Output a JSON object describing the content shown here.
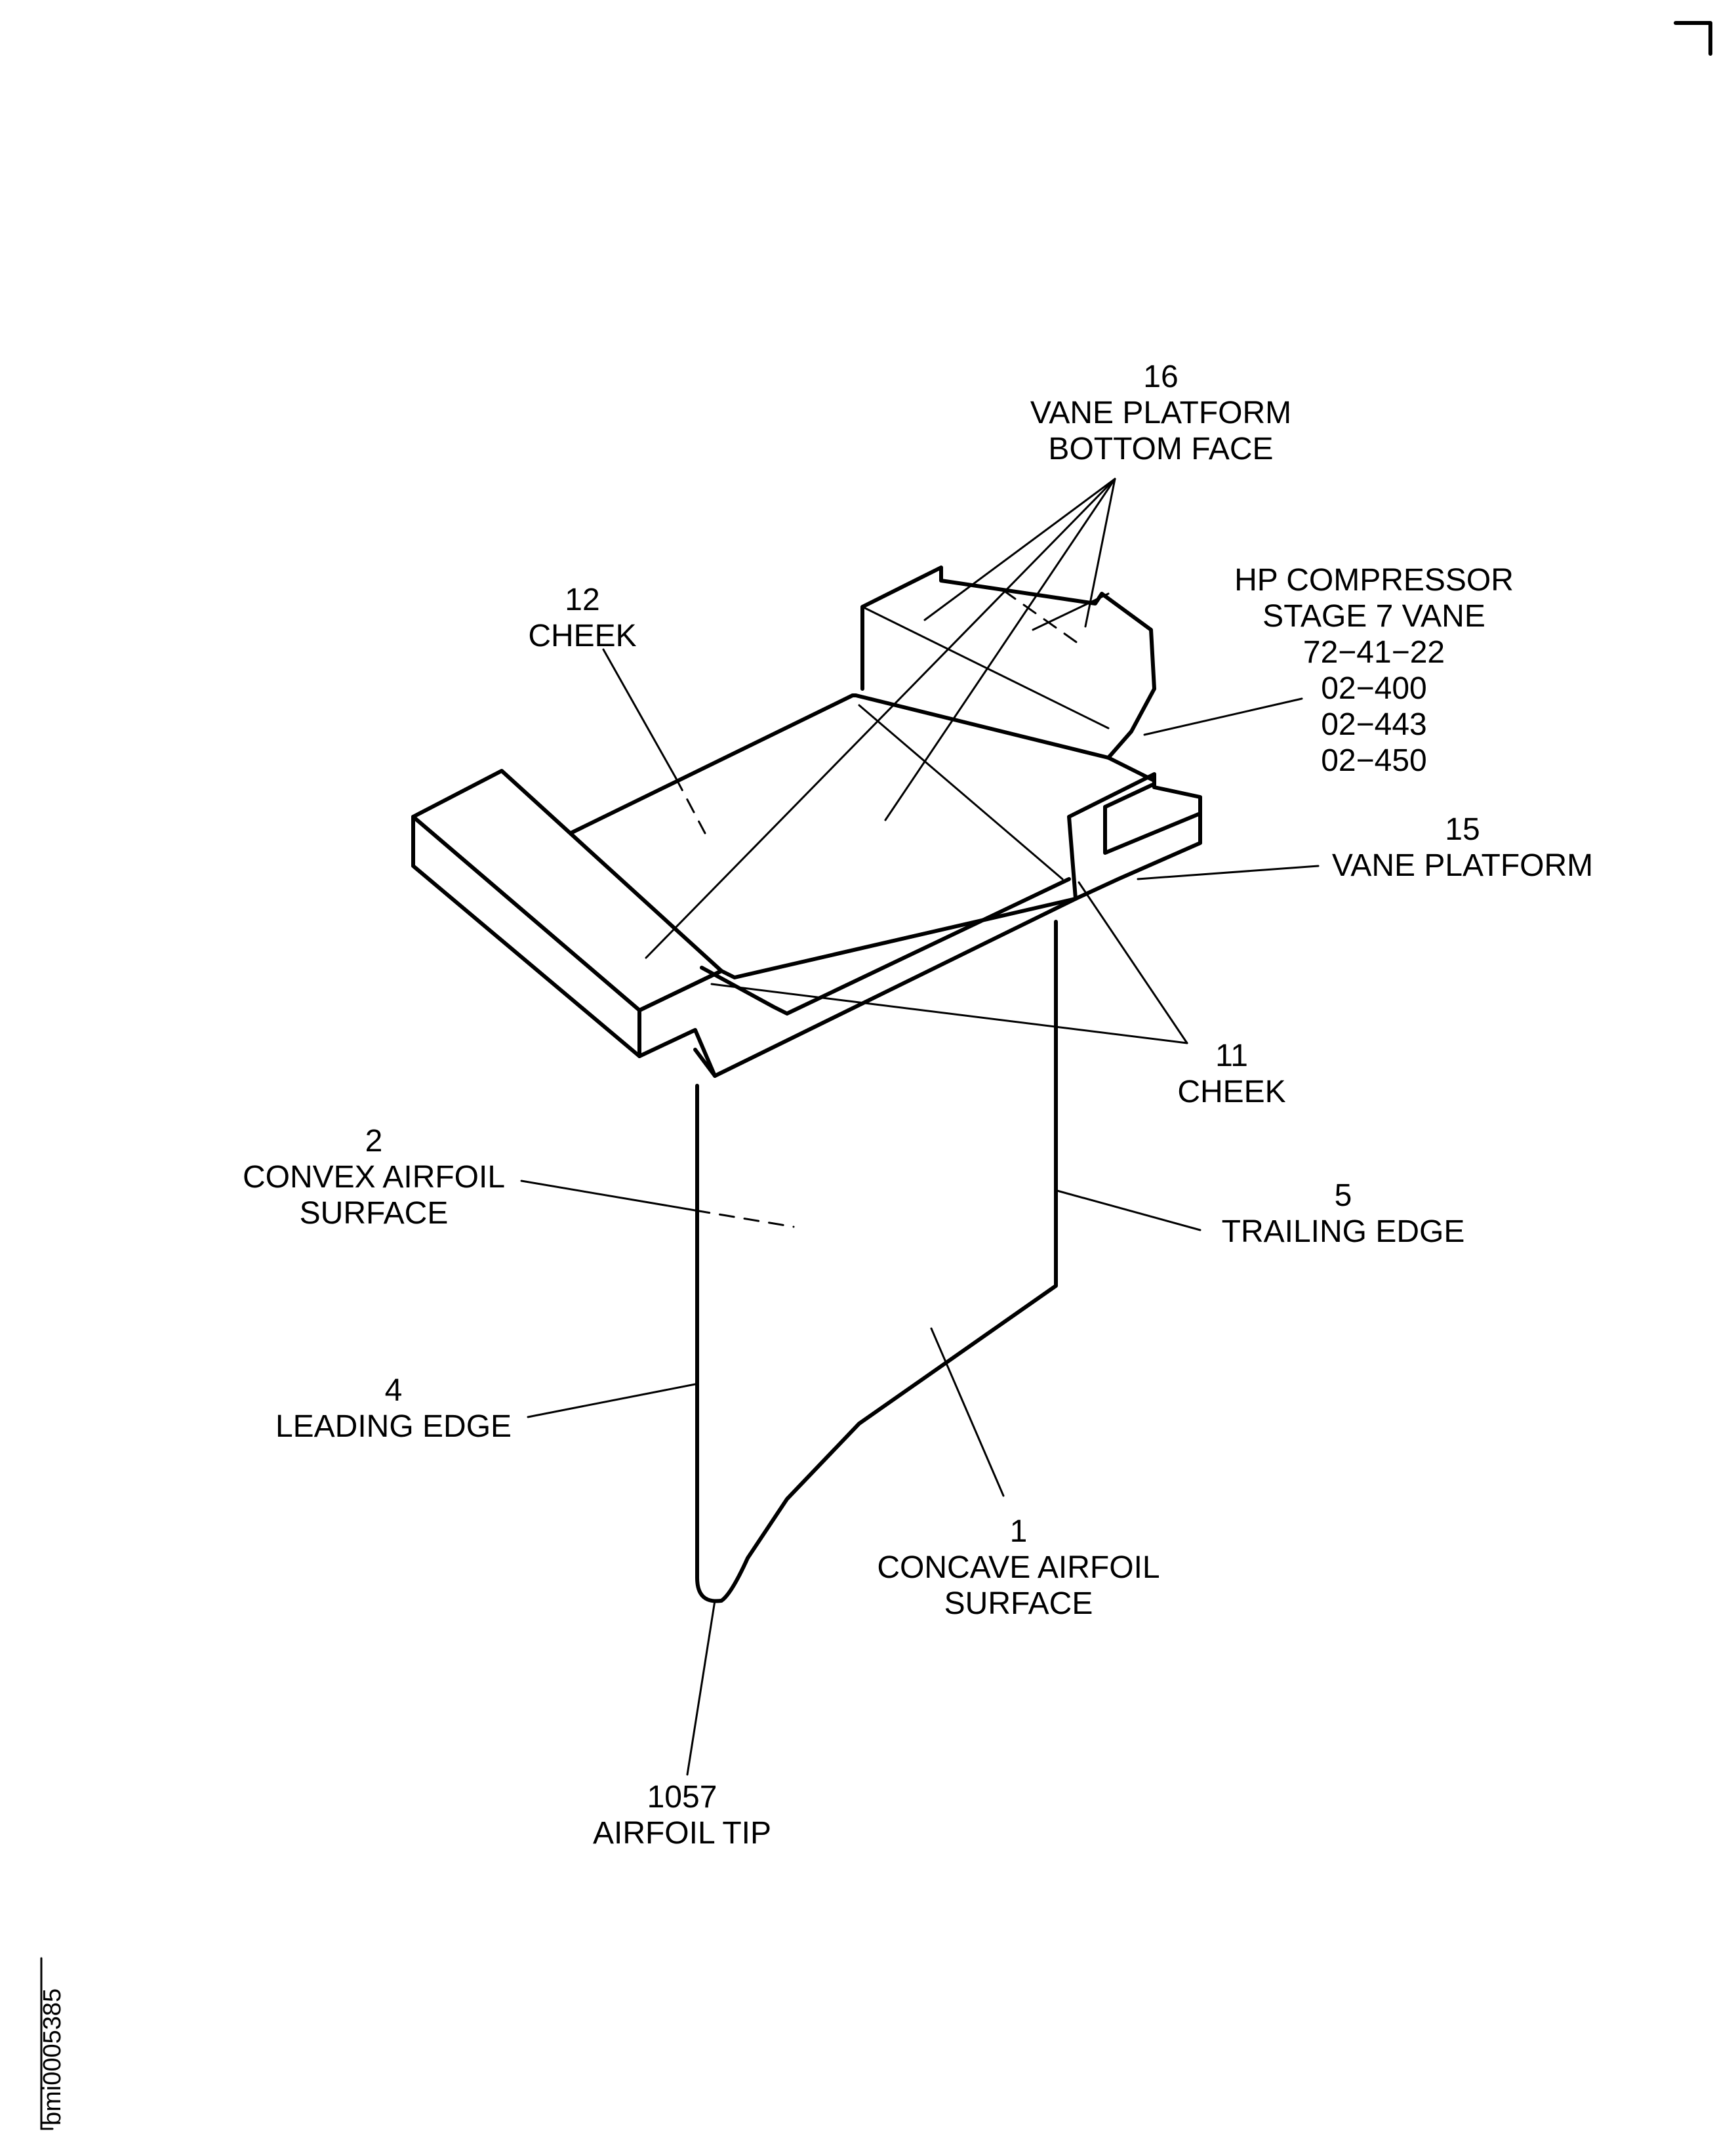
{
  "callouts": {
    "c16": {
      "number": "16",
      "line1": "VANE PLATFORM",
      "line2": "BOTTOM FACE"
    },
    "part": {
      "line1": "HP COMPRESSOR",
      "line2": "STAGE 7 VANE",
      "line3": "72−41−22",
      "line4": "02−400",
      "line5": "02−443",
      "line6": "02−450"
    },
    "c12": {
      "number": "12",
      "line1": "CHEEK"
    },
    "c15": {
      "number": "15",
      "line1": "VANE PLATFORM"
    },
    "c11": {
      "number": "11",
      "line1": "CHEEK"
    },
    "c2": {
      "number": "2",
      "line1": "CONVEX AIRFOIL",
      "line2": "SURFACE"
    },
    "c5": {
      "number": "5",
      "line1": "TRAILING EDGE"
    },
    "c4": {
      "number": "4",
      "line1": "LEADING EDGE"
    },
    "c1": {
      "number": "1",
      "line1": "CONCAVE AIRFOIL",
      "line2": "SURFACE"
    },
    "c1057": {
      "number": "1057",
      "line1": "AIRFOIL TIP"
    }
  },
  "reference_id": "bmi0005385"
}
